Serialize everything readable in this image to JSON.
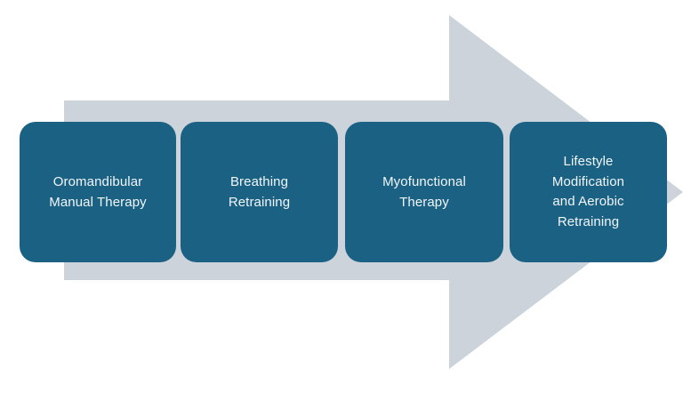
{
  "diagram": {
    "type": "process-arrow",
    "title": "Treatment Sequence Process Arrow",
    "direction": "left-to-right",
    "colors": {
      "arrow_fill": "#ccd3da",
      "step_fill": "#1a6184",
      "step_text": "#f2f6f8",
      "background": "#ffffff"
    },
    "arrow": {
      "name": "right-pointing-block-arrow",
      "label": ""
    },
    "steps": [
      {
        "index": 1,
        "label": "Oromandibular\nManual Therapy",
        "lines": [
          "Oromandibular",
          "Manual Therapy"
        ]
      },
      {
        "index": 2,
        "label": "Breathing\nRetraining",
        "lines": [
          "Breathing",
          "Retraining"
        ]
      },
      {
        "index": 3,
        "label": "Myofunctional\nTherapy",
        "lines": [
          "Myofunctional",
          "Therapy"
        ]
      },
      {
        "index": 4,
        "label": "Lifestyle\nModification\nand Aerobic\nRetraining",
        "lines": [
          "Lifestyle",
          "Modification",
          "and Aerobic",
          "Retraining"
        ]
      }
    ]
  }
}
